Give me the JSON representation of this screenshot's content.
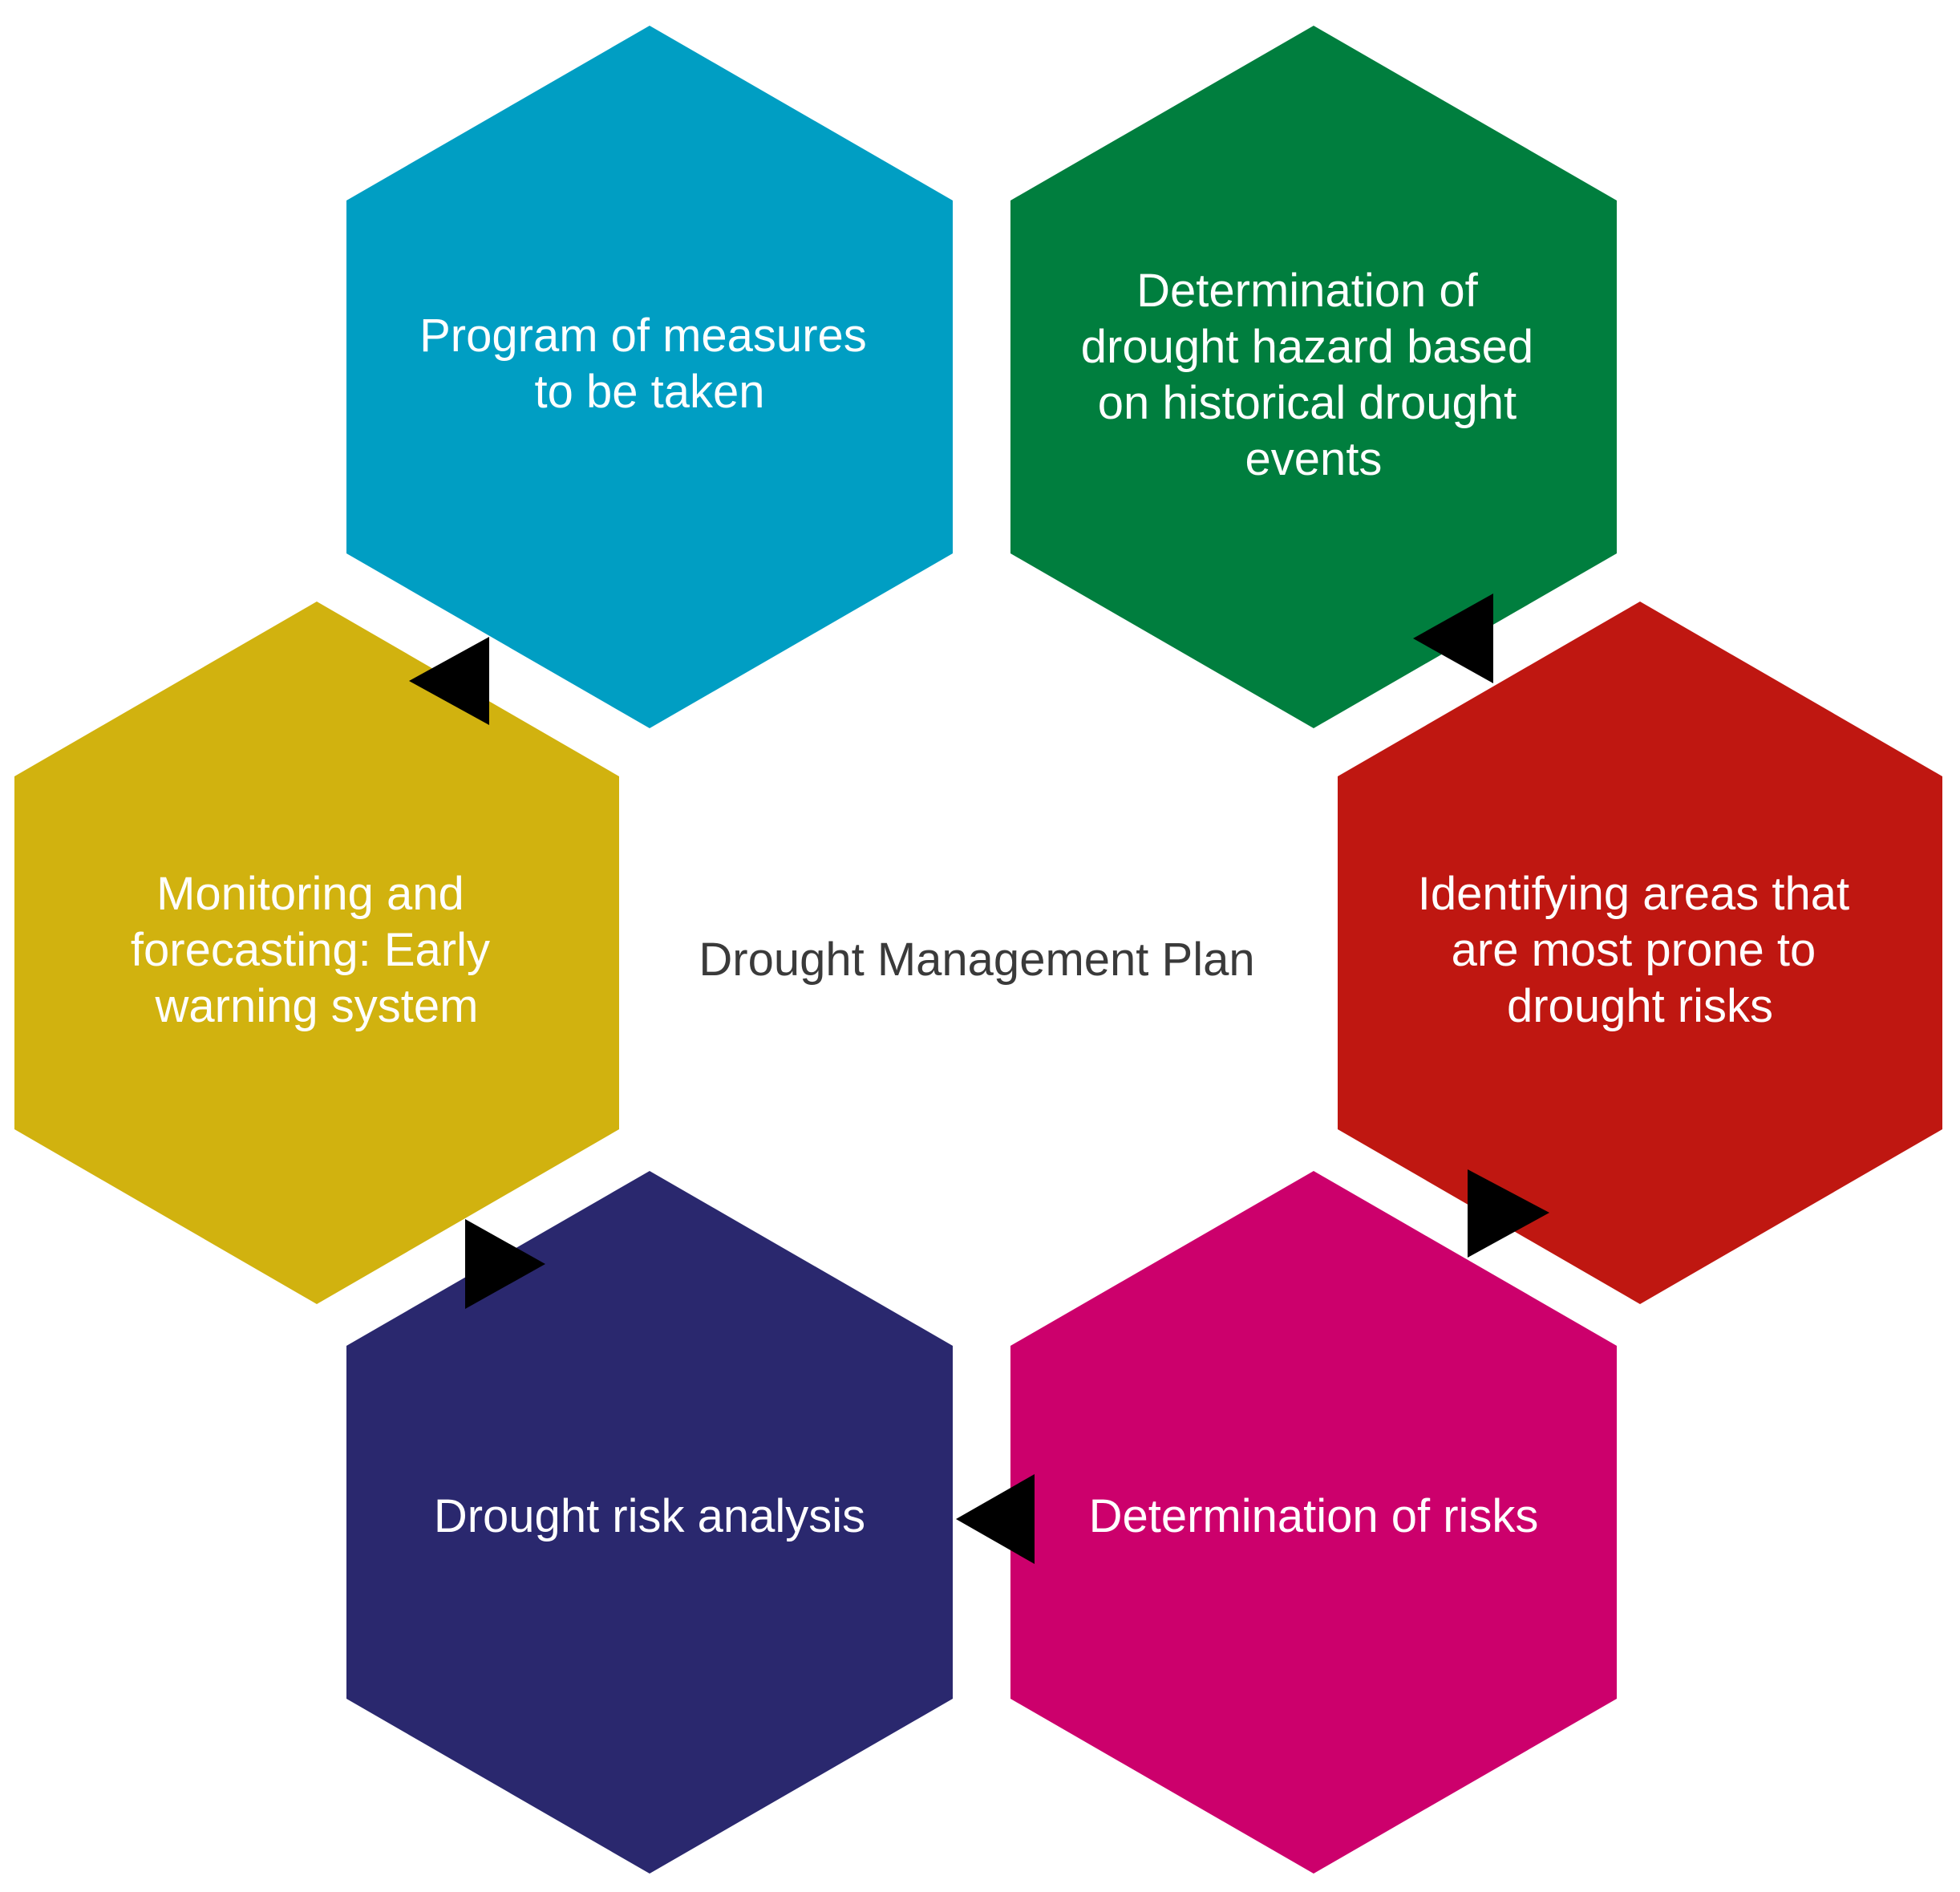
{
  "center": {
    "label": "Drought Management Plan"
  },
  "steps": [
    {
      "id": "determination-of-drought-hazard",
      "color": "#007E3E",
      "lines": [
        "Determination of",
        "drought hazard based",
        "on historical drought",
        "events"
      ]
    },
    {
      "id": "identifying-prone-areas",
      "color": "#BF1711",
      "lines": [
        "Identifying areas that",
        "are most prone to",
        "drought risks"
      ]
    },
    {
      "id": "determination-of-risks",
      "color": "#CC006C",
      "lines": [
        "Determination of risks"
      ]
    },
    {
      "id": "drought-risk-analysis",
      "color": "#2A286E",
      "lines": [
        "Drought risk analysis"
      ]
    },
    {
      "id": "monitoring-and-forecasting",
      "color": "#D1B20F",
      "lines": [
        "Monitoring and",
        "forecasting: Early",
        "warning system"
      ]
    },
    {
      "id": "program-of-measures",
      "color": "#009EC3",
      "lines": [
        "Program of measures",
        "to be taken"
      ]
    }
  ],
  "arrow_color": "#000000"
}
